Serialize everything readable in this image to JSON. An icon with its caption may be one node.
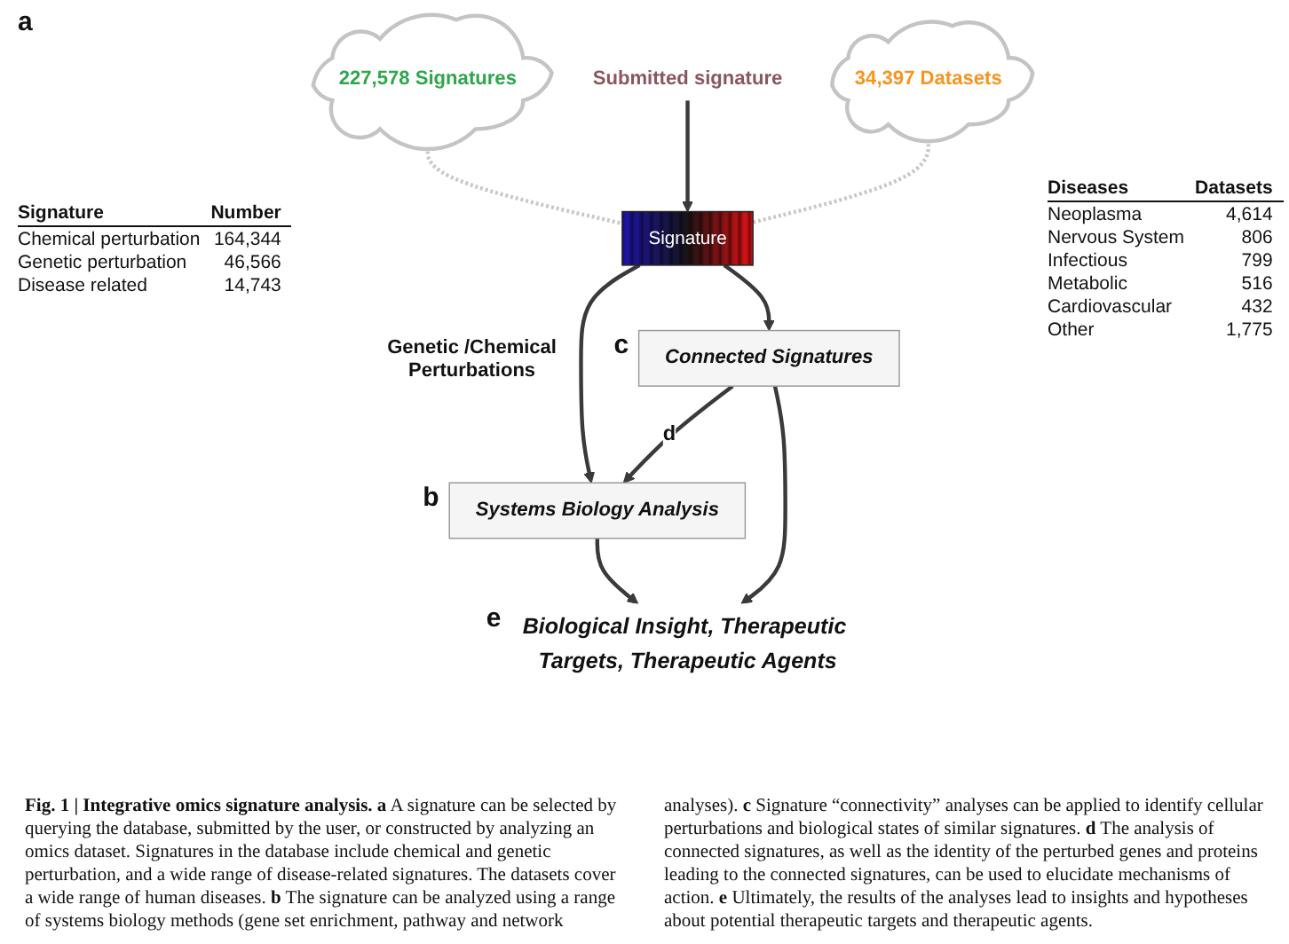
{
  "diagram": {
    "caption": "**Fig. 1 | Integrative omics signature analysis.** **a** A signature can be selected by querying the database, submitted by the user, or constructed by analyzing an omics dataset. Signatures in the database include chemical and genetic perturbation, and a wide range of disease-related signatures. The datasets cover a wide range of human diseases. **b** The signature can be analyzed using a range of systems biology methods (gene set enrichment, pathway and network analyses). **c** Signature “connectivity” analyses can be applied to identify cellular perturbations and biological states of similar signatures. **d** The analysis of connected signatures, as well as the identity of the perturbed genes and proteins leading to the connected signatures, can be used to elucidate mechanisms of action. **e** Ultimately, the results of the analyses lead to insights and hypotheses about potential therapeutic targets and therapeutic agents.",
    "nodes": [
      {
        "text": [
          "227,578 Signatures"
        ]
      },
      {
        "text": [
          "Submitted signature"
        ]
      },
      {
        "text": [
          "34,397 Datasets"
        ]
      },
      {
        "text": [
          "Signature"
        ]
      },
      {
        "text": [
          "Systems Biology Analysis"
        ],
        "beside": [
          "b"
        ]
      },
      {
        "text": [
          "Connected Signatures"
        ],
        "beside": [
          "c",
          "Genetic /Chemical Perturbations"
        ]
      },
      {
        "text": [
          "Biological Insight, Therapeutic Targets, Therapeutic Agents"
        ],
        "beside": [
          "e"
        ]
      }
    ],
    "edges": [
      {
        "from": 0,
        "to": 3,
        "arrow": "none",
        "style": "dashed",
        "color": "#c8c8c8"
      },
      {
        "from": 1,
        "to": 3,
        "arrow": "to"
      },
      {
        "from": 2,
        "to": 3,
        "arrow": "none",
        "style": "dashed",
        "color": "#c8c8c8"
      },
      {
        "from": 3,
        "to": 4,
        "arrow": "to"
      },
      {
        "from": 3,
        "to": 5,
        "arrow": "to"
      },
      {
        "from": 5,
        "to": 4,
        "arrow": "to",
        "label": "d"
      },
      {
        "from": 4,
        "to": 6,
        "arrow": "to"
      },
      {
        "from": 5,
        "to": 6,
        "arrow": "to"
      }
    ],
    "labels": [
      "a",
      "Signature",
      "Number",
      "Chemical perturbation",
      "164,344",
      "Genetic perturbation",
      "46,566",
      "Disease related",
      "14,743",
      "Diseases",
      "Datasets",
      "Neoplasma",
      "4,614",
      "Nervous System",
      "806",
      "Infectious",
      "799",
      "Metabolic",
      "516",
      "Cardiovascular",
      "432",
      "Other",
      "1,775"
    ]
  }
}
